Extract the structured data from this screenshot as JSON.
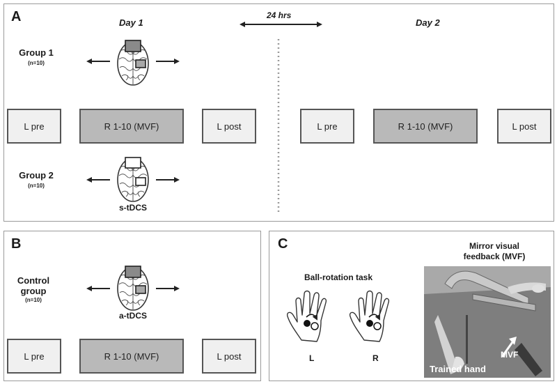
{
  "panel_a": {
    "letter": "A",
    "day1": "Day 1",
    "day2": "Day 2",
    "interval": "24 hrs",
    "group1": {
      "label": "Group 1",
      "n": "(n=10)"
    },
    "group2": {
      "label": "Group 2",
      "n": "(n=10)",
      "stim": "s-tDCS"
    },
    "day1_boxes": [
      "L pre",
      "R 1-10 (MVF)",
      "L post"
    ],
    "day2_boxes": [
      "L pre",
      "R 1-10 (MVF)",
      "L post"
    ]
  },
  "panel_b": {
    "letter": "B",
    "group": {
      "label_line1": "Control",
      "label_line2": "group",
      "n": "(n=10)",
      "stim": "a-tDCS"
    },
    "boxes": [
      "L pre",
      "R 1-10 (MVF)",
      "L post"
    ]
  },
  "panel_c": {
    "letter": "C",
    "task_title": "Ball-rotation task",
    "left_hand": "L",
    "right_hand": "R",
    "mvf_title_line1": "Mirror visual",
    "mvf_title_line2": "feedback (MVF)",
    "photo_mvf": "MVF",
    "photo_trained": "Trained hand"
  },
  "colors": {
    "active_electrode": "#8a8a8a",
    "sham_electrode": "#ffffff",
    "mvf_box": "#b9b9b9",
    "pre_post_box": "#f0f0f0"
  }
}
